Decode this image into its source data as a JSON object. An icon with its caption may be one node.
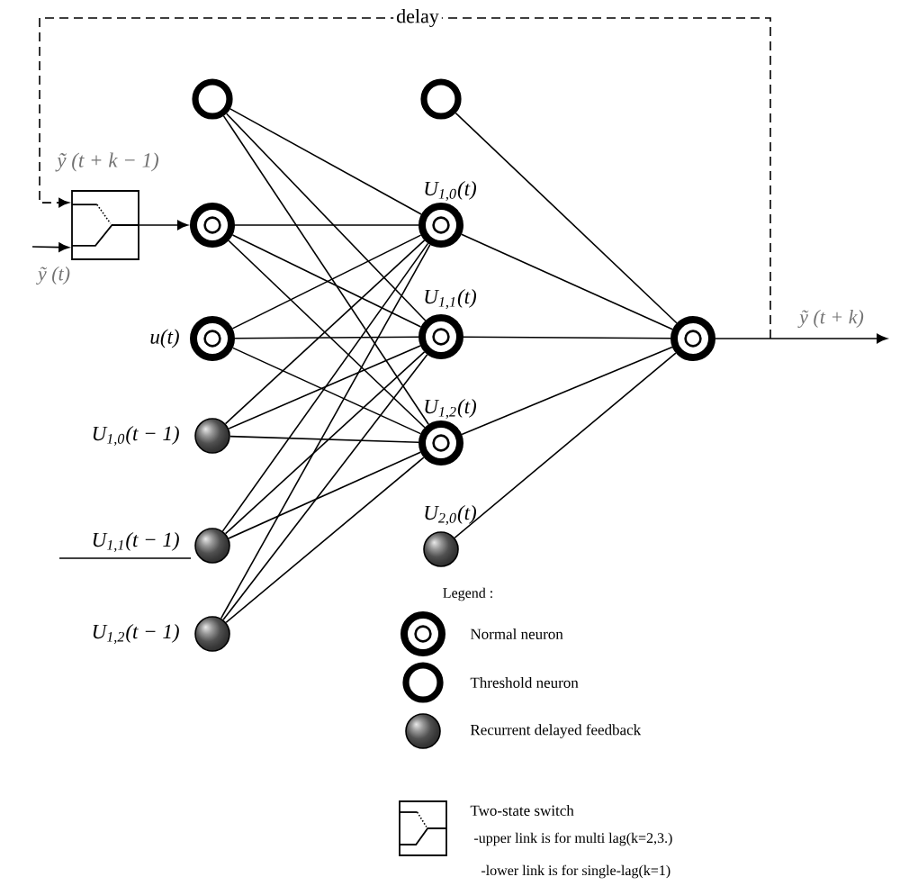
{
  "diagram": {
    "nodes": [
      {
        "text": [],
        "shape": "ring"
      },
      {
        "text": [],
        "shape": "bullseye"
      },
      {
        "text": [],
        "shape": "bullseye",
        "beside": [
          "u(t)"
        ]
      },
      {
        "text": [],
        "shape": "ball",
        "beside": [
          "U$_{1,0}$(t − 1)"
        ]
      },
      {
        "text": [],
        "shape": "ball",
        "beside": [
          "U$_{1,1}$(t − 1)"
        ]
      },
      {
        "text": [],
        "shape": "ball",
        "beside": [
          "U$_{1,2}$(t − 1)"
        ]
      },
      {
        "text": [],
        "shape": "ring"
      },
      {
        "text": [],
        "shape": "bullseye",
        "beside": [
          "U$_{1,0}$(t)"
        ]
      },
      {
        "text": [],
        "shape": "bullseye",
        "beside": [
          "U$_{1,1}$(t)"
        ]
      },
      {
        "text": [],
        "shape": "bullseye",
        "beside": [
          "U$_{1,2}$(t)"
        ]
      },
      {
        "text": [],
        "shape": "ball",
        "beside": [
          "U$_{2,0}$(t)"
        ]
      },
      {
        "text": [],
        "shape": "bullseye"
      },
      {
        "text": [],
        "shape": "box"
      }
    ],
    "edges": [
      {
        "from": null,
        "to": 12,
        "arrow": "to",
        "label": "ỹ (t)"
      },
      {
        "from": 11,
        "to": 12,
        "arrow": "to",
        "style": "dashed",
        "label": "delay"
      },
      {
        "from": 12,
        "to": 1,
        "arrow": "to"
      },
      {
        "from": 0,
        "to": 7,
        "arrow": "none"
      },
      {
        "from": 0,
        "to": 8,
        "arrow": "none"
      },
      {
        "from": 0,
        "to": 9,
        "arrow": "none"
      },
      {
        "from": 1,
        "to": 7,
        "arrow": "none"
      },
      {
        "from": 1,
        "to": 8,
        "arrow": "none"
      },
      {
        "from": 1,
        "to": 9,
        "arrow": "none"
      },
      {
        "from": 2,
        "to": 7,
        "arrow": "none"
      },
      {
        "from": 2,
        "to": 8,
        "arrow": "none"
      },
      {
        "from": 2,
        "to": 9,
        "arrow": "none"
      },
      {
        "from": 3,
        "to": 7,
        "arrow": "none"
      },
      {
        "from": 3,
        "to": 8,
        "arrow": "none"
      },
      {
        "from": 3,
        "to": 9,
        "arrow": "none"
      },
      {
        "from": 4,
        "to": 7,
        "arrow": "none"
      },
      {
        "from": 4,
        "to": 8,
        "arrow": "none"
      },
      {
        "from": 4,
        "to": 9,
        "arrow": "none"
      },
      {
        "from": 5,
        "to": 7,
        "arrow": "none"
      },
      {
        "from": 5,
        "to": 8,
        "arrow": "none"
      },
      {
        "from": 5,
        "to": 9,
        "arrow": "none"
      },
      {
        "from": 6,
        "to": 11,
        "arrow": "none"
      },
      {
        "from": 7,
        "to": 11,
        "arrow": "none"
      },
      {
        "from": 8,
        "to": 11,
        "arrow": "none"
      },
      {
        "from": 9,
        "to": 11,
        "arrow": "none"
      },
      {
        "from": 10,
        "to": 11,
        "arrow": "none"
      },
      {
        "from": 11,
        "to": null,
        "arrow": "to",
        "label": "ỹ (t + k)"
      }
    ],
    "labels": [
      "ỹ (t + k − 1)",
      "Legend :",
      "-upper link is for multi lag(k=2,3.)",
      "-lower link is for single-lag(k=1)"
    ],
    "legend": [
      {
        "text": "Normal neuron"
      },
      {
        "text": "Threshold neuron"
      },
      {
        "text": "Recurrent delayed feedback"
      },
      {
        "text": "Two-state switch"
      }
    ]
  }
}
